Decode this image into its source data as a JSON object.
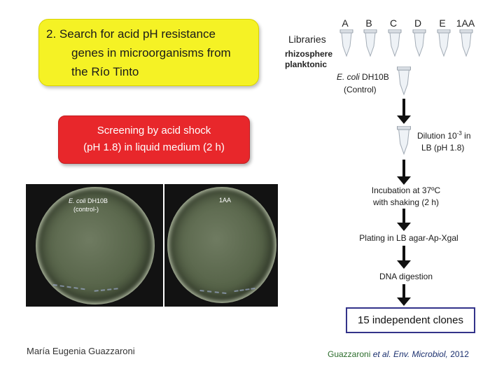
{
  "title_box": {
    "lines": [
      "2.  Search for acid pH resistance",
      "genes in microorganisms from",
      "the Río Tinto"
    ]
  },
  "screening_box": {
    "lines": [
      "Screening by acid shock",
      "(pH 1.8) in liquid medium (2 h)"
    ]
  },
  "photos": [
    {
      "caption_italic": "E. coli",
      "caption_rest": " DH10B",
      "caption_line2": "(control-)"
    },
    {
      "caption": "1AA"
    }
  ],
  "libraries": {
    "heading": "Libraries",
    "types": [
      "rhizosphere",
      "planktonic"
    ],
    "columns": [
      "A",
      "B",
      "C",
      "D",
      "E",
      "1AA"
    ]
  },
  "control": {
    "italic": "E. coli",
    "rest": " DH10B",
    "line2": "(Control)"
  },
  "steps": [
    {
      "line1_prefix": "Dilution 10",
      "line1_sup": "-3",
      "line1_suffix": " in",
      "line2": "LB (pH 1.8)"
    },
    {
      "line1": "Incubation at 37ºC",
      "line2": "with shaking (2 h)"
    },
    {
      "line1": "Plating in LB agar-Ap-Xgal"
    },
    {
      "line1": "DNA digestion"
    }
  ],
  "result": "15 independent clones",
  "author": "María Eugenia Guazzaroni",
  "citation": {
    "part1": "Guazzaroni",
    "part2": " et al. Env. Microbiol,",
    "part3": " 2012"
  },
  "colors": {
    "title_box": "#f5f225",
    "screening_box": "#e8272b",
    "result_border": "#33338a",
    "citation_green": "#2c6d2c",
    "citation_blue": "#1a2f6e"
  },
  "icons": [
    "microtube-icon",
    "down-arrow-icon",
    "petri-dish-icon"
  ]
}
